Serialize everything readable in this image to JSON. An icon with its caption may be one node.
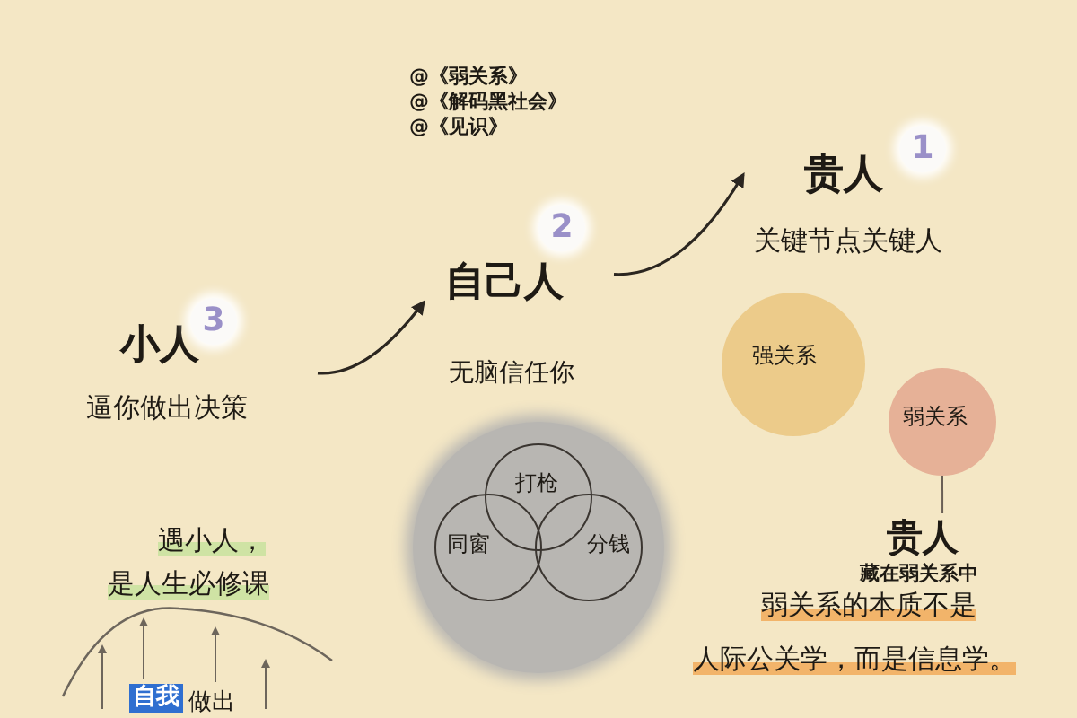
{
  "diagram": {
    "nodes": [
      {
        "text": [
          "小人",
          "逼你做出决策"
        ]
      },
      {
        "text": [
          "自己人",
          "无脑信任你"
        ]
      },
      {
        "text": [
          "贵人",
          "关键节点关键人"
        ]
      },
      {
        "text": [],
        "shape": "circle"
      },
      {
        "text": [
          "打枪"
        ],
        "in": 3
      },
      {
        "text": [
          "同窗"
        ],
        "in": 3
      },
      {
        "text": [
          "分钱"
        ],
        "in": 3
      },
      {
        "text": [
          "强关系"
        ]
      },
      {
        "text": [
          "弱关系"
        ]
      },
      {
        "text": [
          "贵人",
          "藏在弱关系中"
        ]
      }
    ],
    "edges": [
      {
        "from": 0,
        "to": 1,
        "arrow": "to"
      },
      {
        "from": 1,
        "to": 2,
        "arrow": "to"
      },
      {
        "from": 8,
        "to": 9,
        "arrow": "none"
      }
    ],
    "labels": [
      "@《弱关系》",
      "@《解码黑社会》",
      "@《见识》",
      "1",
      "2",
      "3",
      "遇小人，",
      "是人生必修课",
      "自我",
      "做出",
      "弱关系的本质不是",
      "人际公关学，而是信息学。"
    ]
  }
}
